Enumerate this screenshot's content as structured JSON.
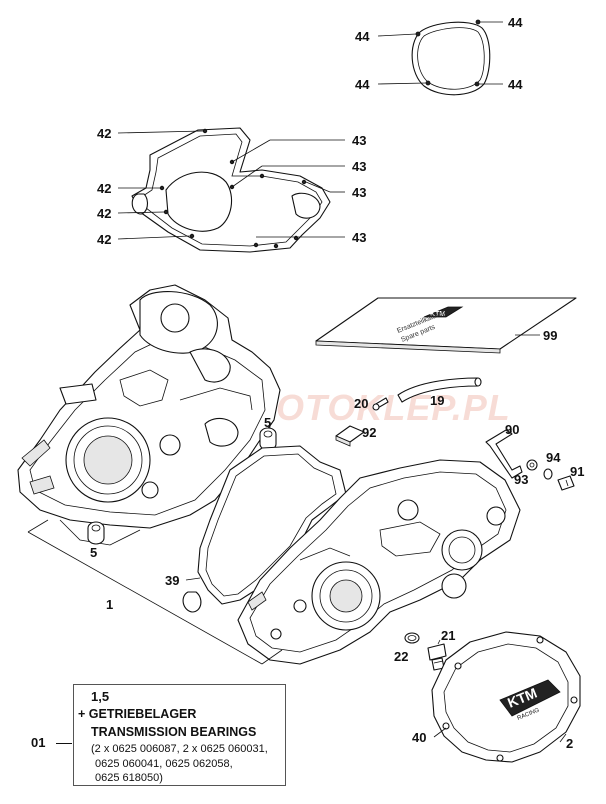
{
  "watermark": "MOTOKLEP.PL",
  "callouts": {
    "c44": "44",
    "c42": "42",
    "c43": "43",
    "c99": "99",
    "c5": "5",
    "c20": "20",
    "c19": "19",
    "c92": "92",
    "c90": "90",
    "c94": "94",
    "c93": "93",
    "c91": "91",
    "c39": "39",
    "c1": "1",
    "c21": "21",
    "c22": "22",
    "c40": "40",
    "c2": "2"
  },
  "legend": {
    "callout": "01",
    "line1": "1,5",
    "line2": "+ GETRIEBELAGER",
    "line3": "TRANSMISSION BEARINGS",
    "line4": "(2 x 0625 006087, 2 x 0625 060031,",
    "line5": "0625 060041, 0625 062058,",
    "line6": "0625 618050)"
  },
  "manual": {
    "brand": "KTM",
    "line_a": "Ersatzteilkatalog",
    "line_b": "Spare parts"
  },
  "cover_logo": {
    "brand": "KTM",
    "sub": "RACING"
  }
}
